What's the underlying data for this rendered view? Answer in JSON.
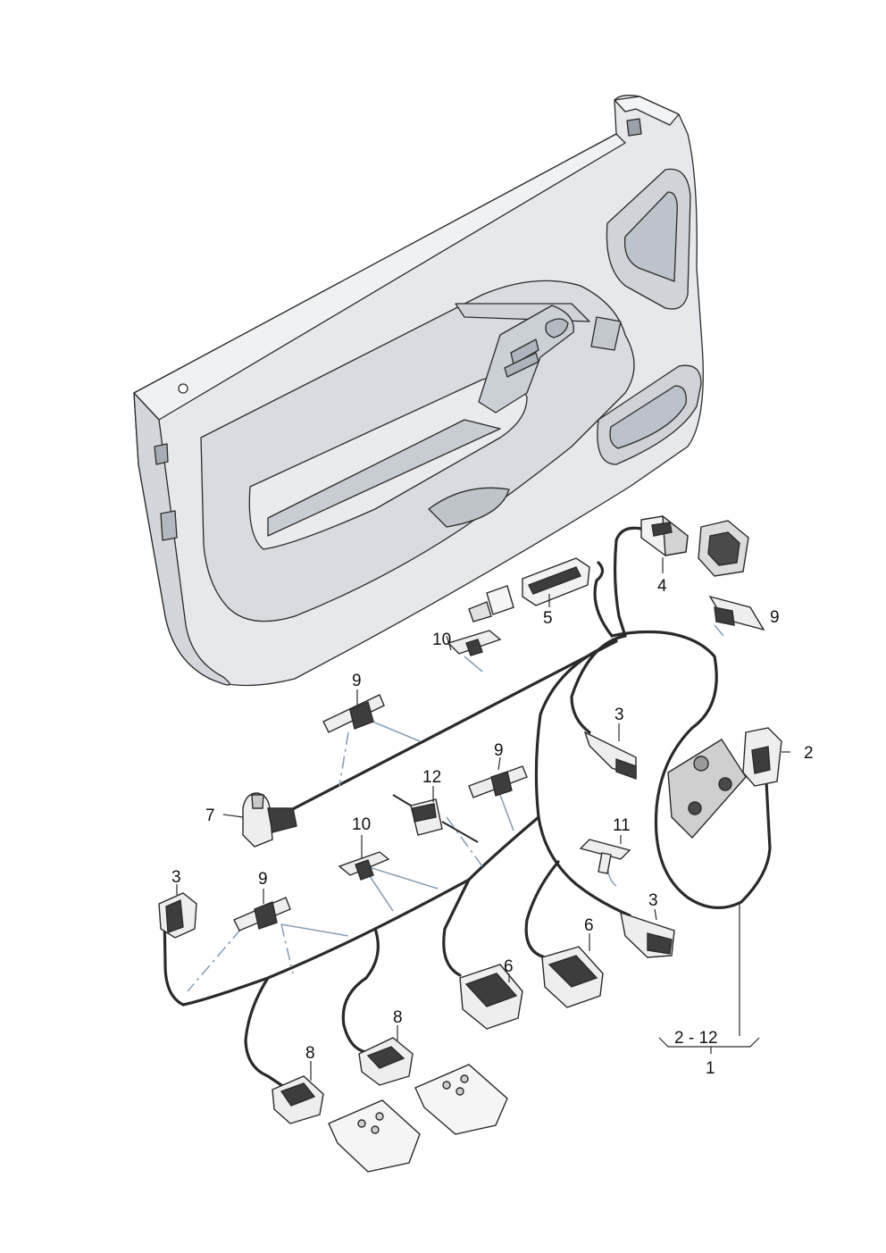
{
  "diagram": {
    "assembly_range_label": "2 - 12",
    "assembly_number": "1",
    "callouts": {
      "door_switch_4": "4",
      "connector_5": "5",
      "clip_9_top_right": "9",
      "clip_10_upper": "10",
      "clip_9_upper_left": "9",
      "connector_3_upper": "3",
      "connector_2": "2",
      "clip_9_middle": "9",
      "connector_12": "12",
      "switch_7": "7",
      "clip_10_lower": "10",
      "clip_11": "11",
      "connector_3_left": "3",
      "clip_9_lower_left": "9",
      "connector_3_lower_right": "3",
      "connector_6_right": "6",
      "connector_6_left": "6",
      "connector_8_middle": "8",
      "connector_8_left": "8"
    }
  },
  "colors": {
    "panel_fill": "#e6e8eb",
    "panel_shade": "#d3d7dc",
    "panel_dark": "#bfc4ca",
    "outline": "#2a2a2a",
    "leader": "#8aa0b4",
    "part_fill": "#f2f2f2",
    "part_dark": "#3d3d3d"
  }
}
